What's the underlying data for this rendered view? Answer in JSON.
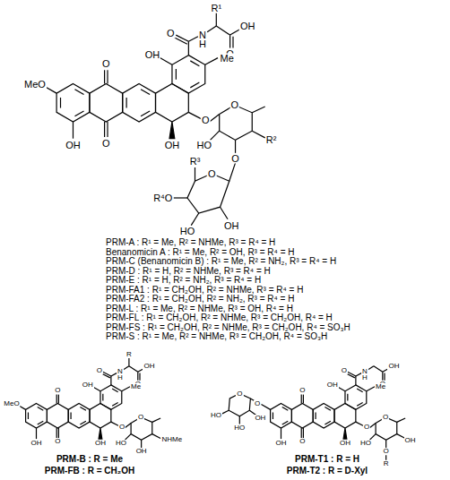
{
  "diagram": {
    "labels": [
      "R¹",
      "O",
      "N",
      "H",
      "OH",
      "O",
      "OH",
      "Me",
      "MeO",
      "O",
      "O",
      "OH",
      "OH",
      "O",
      "O",
      "HO",
      "R²",
      "O",
      "R³",
      "R⁴O",
      "HO",
      "OH",
      "O",
      "R",
      "O",
      "N",
      "H",
      "OH",
      "O",
      "OH",
      "Me",
      "MeO",
      "O",
      "O",
      "OH",
      "OH",
      "O",
      "O",
      "HO",
      "NHMe",
      "OH",
      "O",
      "N",
      "H",
      "OH",
      "O",
      "OH",
      "Me",
      "O",
      "O",
      "HO",
      "HO",
      "OH",
      "O",
      "O",
      "OH",
      "OH",
      "O",
      "O",
      "HO",
      "OH",
      "O",
      "R",
      "PRM-A : R¹ = Me, R² = NHMe, R³ = R⁴ = H",
      "Benanomicin A : R¹ = Me, R² = OH, R³ = R⁴ = H",
      "PRM-C (Benanomicin B) : R¹ = Me, R² = NH₂, R³ = R⁴ = H",
      "PRM-D : R¹ = H, R² = NHMe, R³ = R⁴ = H",
      "PRM-E : R¹ = H, R² = NH₂, R³ = R⁴ = H",
      "PRM-FA1 : R¹ = CH₂OH, R² = NHMe, R³ = R⁴ = H",
      "PRM-FA2 : R¹ = CH₂OH, R² = NH₂, R³ = R⁴ = H",
      "PRM-L : R¹ = Me, R² = NHMe, R³ = OH, R⁴ = H",
      "PRM-FL : R¹ = CH₂OH, R² = NHMe, R³ = CH₂OH, R⁴ = H",
      "PRM-FS : R¹ = CH₂OH, R² = NHMe, R³ = CH₂OH, R⁴ = SO₃H",
      "PRM-S : R¹ = Me, R² = NHMe, R³ = CH₂OH, R⁴ = SO₃H",
      "PRM-B : R = Me",
      "PRM-FB : R = CH₂OH",
      "PRM-T1 : R = H",
      "PRM-T2 : R = D-Xyl"
    ]
  }
}
